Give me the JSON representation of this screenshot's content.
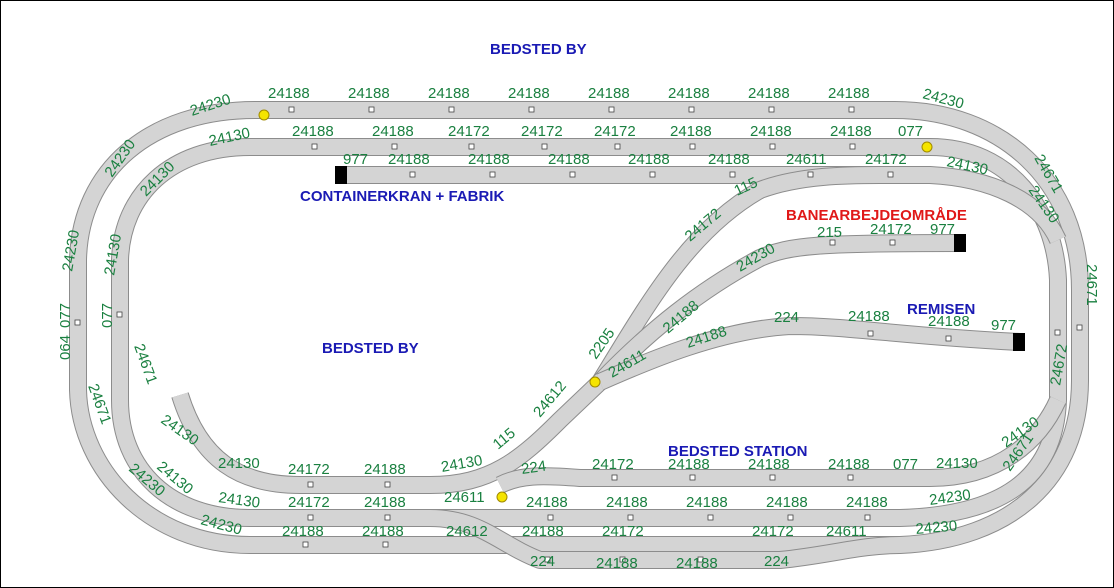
{
  "titles": {
    "top": "BEDSTED BY",
    "middle": "BEDSTED BY",
    "container": "CONTAINERKRAN + FABRIK",
    "work_area": "BANEARBEJDEOMRÅDE",
    "depot": "REMISEN",
    "station": "BEDSTED STATION"
  },
  "colors": {
    "track_fill": "#d4d4d4",
    "track_edge": "#8c8c8c",
    "label_green": "#1a8040",
    "title_blue": "#1a1ab4",
    "title_red": "#e01818",
    "switch_yellow": "#f5e400"
  },
  "track_labels": [
    "24230",
    "24188",
    "24188",
    "24188",
    "24188",
    "24188",
    "24188",
    "24188",
    "24188",
    "24230",
    "24130",
    "24188",
    "24188",
    "24172",
    "24172",
    "24172",
    "24188",
    "24188",
    "24188",
    "077",
    "977",
    "24188",
    "24188",
    "24188",
    "24188",
    "24188",
    "24611",
    "24172",
    "24130",
    "24230",
    "24130",
    "24671",
    "24130",
    "115",
    "24172",
    "24230",
    "215",
    "24172",
    "977",
    "24230",
    "24130",
    "064",
    "077",
    "077",
    "24671",
    "24671",
    "2205",
    "24188",
    "24188",
    "224",
    "24188",
    "24188",
    "977",
    "24611",
    "24612",
    "115",
    "24130",
    "24130",
    "24130",
    "24172",
    "24188",
    "224",
    "24172",
    "24188",
    "24188",
    "24188",
    "077",
    "24130",
    "24130",
    "24230",
    "24130",
    "24172",
    "24188",
    "24611",
    "24188",
    "24188",
    "24188",
    "24188",
    "24188",
    "24230",
    "24230",
    "24188",
    "24188",
    "24612",
    "24188",
    "24172",
    "24172",
    "24611",
    "24230",
    "224",
    "24188",
    "24188",
    "224",
    "24672",
    "24671",
    "24130",
    "24671"
  ]
}
